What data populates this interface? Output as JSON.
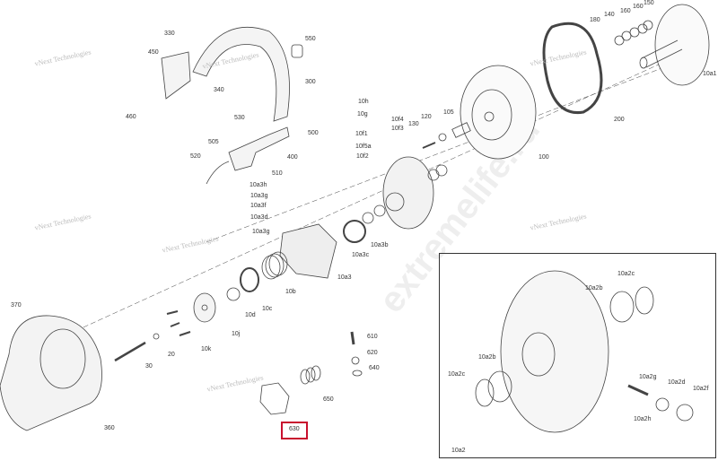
{
  "watermarks": {
    "brand": "vNext Technologies",
    "site": "extremelife.ru"
  },
  "highlight": {
    "label": "630",
    "color": "#c8102e"
  },
  "callouts": {
    "c330": "330",
    "c450": "450",
    "c340": "340",
    "c460": "460",
    "c550": "550",
    "c300": "300",
    "c530": "530",
    "c500": "500",
    "c505": "505",
    "c400": "400",
    "c520": "520",
    "c510": "510",
    "c10a3h": "10a3h",
    "c10a3g_1": "10a3g",
    "c10a3f": "10a3f",
    "c10a3d": "10a3d",
    "c10a3g_2": "10a3g",
    "c10h": "10h",
    "c10g": "10g",
    "c10f4": "10f4",
    "c10f3": "10f3",
    "c10f1": "10f1",
    "c10f5a": "10f5a",
    "c10f2": "10f2",
    "c130": "130",
    "c120": "120",
    "c105": "105",
    "c100": "100",
    "c200": "200",
    "c180": "180",
    "c140": "140",
    "c160_1": "160",
    "c160_2": "160",
    "c150": "150",
    "c10a1": "10a1",
    "c10a3b": "10a3b",
    "c10a3c": "10a3c",
    "c10a3": "10a3",
    "c10b": "10b",
    "c10c": "10c",
    "c10d": "10d",
    "c10j": "10j",
    "c10k": "10k",
    "c20": "20",
    "c30": "30",
    "c370": "370",
    "c360": "360",
    "c610": "610",
    "c620": "620",
    "c640": "640",
    "c650": "650",
    "c630": "630"
  },
  "inset": {
    "title": "10a2",
    "callouts": {
      "c10a2c_1": "10a2c",
      "c10a2b_1": "10a2b",
      "c10a2b_2": "10a2b",
      "c10a2c_2": "10a2c",
      "c10a2g": "10a2g",
      "c10a2d": "10a2d",
      "c10a2f": "10a2f",
      "c10a2h": "10a2h"
    }
  }
}
